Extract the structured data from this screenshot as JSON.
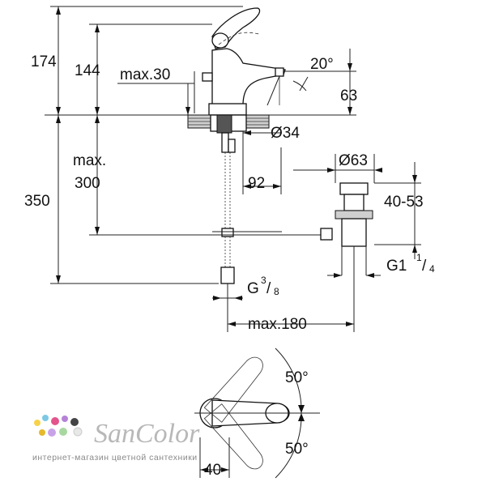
{
  "dimensions": {
    "d174": "174",
    "d144": "144",
    "max30": "max.30",
    "angle20": "20°",
    "d63": "63",
    "dia34": "Ø34",
    "max300_a": "max.",
    "max300_b": "300",
    "d92": "92",
    "d350": "350",
    "dia63": "Ø63",
    "d40_53": "40-53",
    "g114_base": "G1",
    "g114_num": "1",
    "g114_den": "4",
    "g38_base": "G",
    "g38_num": "3",
    "g38_den": "8",
    "max180": "max.180",
    "angle50_top": "50°",
    "angle50_bottom": "50°",
    "d40": "40"
  },
  "watermark": {
    "brand": "SanColor",
    "tagline": "интернет-магазин цветной сантехники"
  }
}
